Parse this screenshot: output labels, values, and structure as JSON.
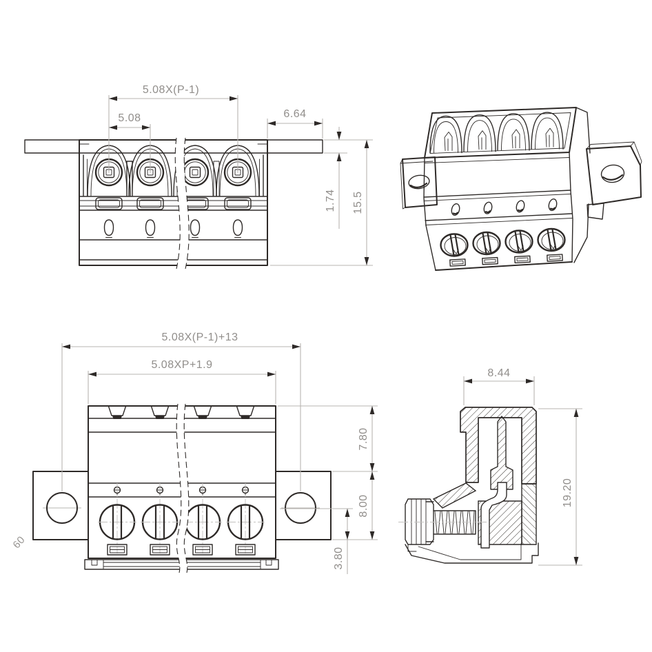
{
  "drawing": {
    "background": "#ffffff",
    "colors": {
      "outline": "#2e2a28",
      "dimension_line": "#b7b4b1",
      "dimension_text": "#918e8b"
    },
    "views": {
      "top": {
        "dims": {
          "pitch_span": "5.08X(P-1)",
          "pitch": "5.08",
          "flange_overhang": "6.64",
          "flange_thickness": "1.74",
          "overall_depth": "15.5"
        }
      },
      "front": {
        "dims": {
          "overall_width": "5.08X(P-1)+13",
          "body_width": "5.08XP+1.9",
          "upper_height": "7.80",
          "flange_height": "8.00",
          "hole_to_bottom": "3.80",
          "stray_label": "60"
        }
      },
      "section": {
        "dims": {
          "top_width": "8.44",
          "overall_height": "19.20"
        }
      }
    }
  }
}
